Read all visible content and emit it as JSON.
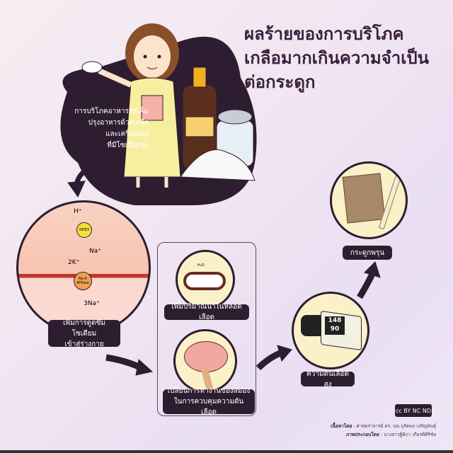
{
  "title": [
    "ผลร้ายของการบริโภค",
    "เกลือมากเกินความจำเป็น",
    "ต่อกระดูก"
  ],
  "intro_text": [
    "การบริโภคอาหารรสเค็ม",
    "ปรุงอาหารด้วยเกลือ",
    "และเครื่องปรุง",
    "ที่มีโซเดียมสูง"
  ],
  "cell_diagram": {
    "labels": {
      "h": "H⁺",
      "na": "Na⁺",
      "k": "2K⁺",
      "na3": "3Na⁺",
      "nhe3": "NHE3",
      "atpase": "Na-K ATPase"
    },
    "caption": [
      "เพิ่มการดูดซึมโซเดียม",
      "เข้าสู่ร่างกาย"
    ]
  },
  "middle": {
    "vessel_caption": "เพิ่มปริมาณน้ำในหลอดเลือด",
    "water_label": "H₂O",
    "brain_caption": [
      "เปลี่ยนการทำงานของสมอง",
      "ในการควบคุมความดันเลือด"
    ]
  },
  "bp": {
    "caption": "ความดันเลือดสูง",
    "sys": "148",
    "dia": "90"
  },
  "bone": {
    "caption": "กระดูกพรุน"
  },
  "license": "cc BY NC ND",
  "credits": {
    "content_label": "เนื้อหาโดย",
    "content": "ศาสตราจารย์ ดร. นพ.บุรัตพล เจริญพันธุ์",
    "illus_label": "ภาพประกอบโดย",
    "illus": "นางสาวฐิติภา เกียรติศิริชัย"
  },
  "colors": {
    "dark": "#2e1d30",
    "cream": "#fbf1c8",
    "cell": "#f7c9b8"
  }
}
